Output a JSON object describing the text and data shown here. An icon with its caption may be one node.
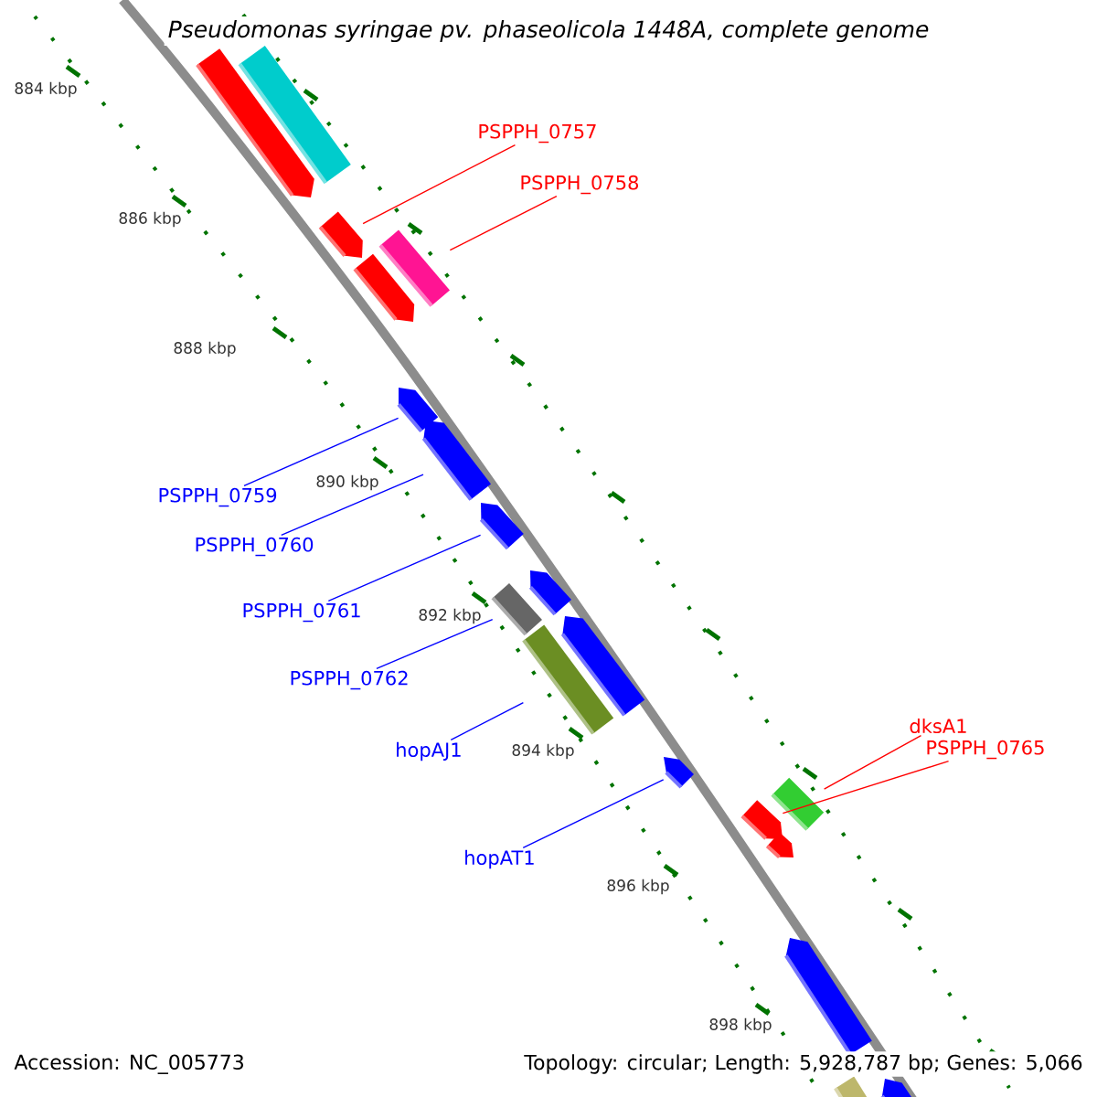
{
  "diagram": {
    "title": "Pseudomonas syringae pv. phaseolicola 1448A, complete genome",
    "nodes": [
      {
        "text": [
          "PSPPH_0757"
        ]
      },
      {
        "text": [
          "PSPPH_0758"
        ]
      },
      {
        "text": [
          "PSPPH_0759"
        ]
      },
      {
        "text": [
          "PSPPH_0760"
        ]
      },
      {
        "text": [
          "PSPPH_0761"
        ]
      },
      {
        "text": [
          "PSPPH_0762"
        ]
      },
      {
        "text": [
          "hopAJ1"
        ]
      },
      {
        "text": [
          "hopAT1"
        ]
      },
      {
        "text": [
          "dksA1"
        ]
      },
      {
        "text": [
          "PSPPH_0765"
        ]
      },
      {
        "text": [],
        "shape": "bar"
      },
      {
        "text": [],
        "shape": "pentagon"
      },
      {
        "text": [],
        "shape": "pentagon"
      },
      {
        "text": [],
        "shape": "bar"
      },
      {
        "text": [],
        "shape": "pentagon"
      },
      {
        "text": [],
        "shape": "pentagon"
      },
      {
        "text": [],
        "shape": "pentagon"
      },
      {
        "text": [],
        "shape": "pentagon"
      },
      {
        "text": [],
        "shape": "bar"
      },
      {
        "text": [],
        "shape": "pentagon"
      },
      {
        "text": [],
        "shape": "bar"
      },
      {
        "text": [],
        "shape": "pentagon"
      },
      {
        "text": [],
        "shape": "pentagon"
      },
      {
        "text": [],
        "shape": "pentagon"
      },
      {
        "text": [],
        "shape": "bar"
      },
      {
        "text": [],
        "shape": "pentagon"
      },
      {
        "text": [],
        "shape": "pentagon"
      },
      {
        "text": [],
        "shape": "bar"
      },
      {
        "text": [],
        "shape": "pentagon"
      }
    ],
    "edges": [
      {
        "from": 0,
        "to": 12,
        "arrow": "none",
        "color": "#ff0000"
      },
      {
        "from": 1,
        "to": 13,
        "arrow": "none",
        "color": "#ff0000"
      },
      {
        "from": 2,
        "to": 15,
        "arrow": "none"
      },
      {
        "from": 3,
        "to": 16,
        "arrow": "none"
      },
      {
        "from": 4,
        "to": 17,
        "arrow": "none"
      },
      {
        "from": 5,
        "to": 18,
        "arrow": "none"
      },
      {
        "from": 6,
        "to": 20,
        "arrow": "none"
      },
      {
        "from": 7,
        "to": 22,
        "arrow": "none"
      },
      {
        "from": 8,
        "to": 24,
        "arrow": "none",
        "color": "#ff0000"
      },
      {
        "from": 9,
        "to": 23,
        "arrow": "none",
        "color": "#ff0000"
      }
    ],
    "labels": [
      "884 kbp",
      "886 kbp",
      "888 kbp",
      "890 kbp",
      "892 kbp",
      "894 kbp",
      "896 kbp",
      "898 kbp",
      "Accession: NC_005773",
      "Topology: circular; Length: 5,928,787 bp; Genes: 5,066"
    ]
  }
}
